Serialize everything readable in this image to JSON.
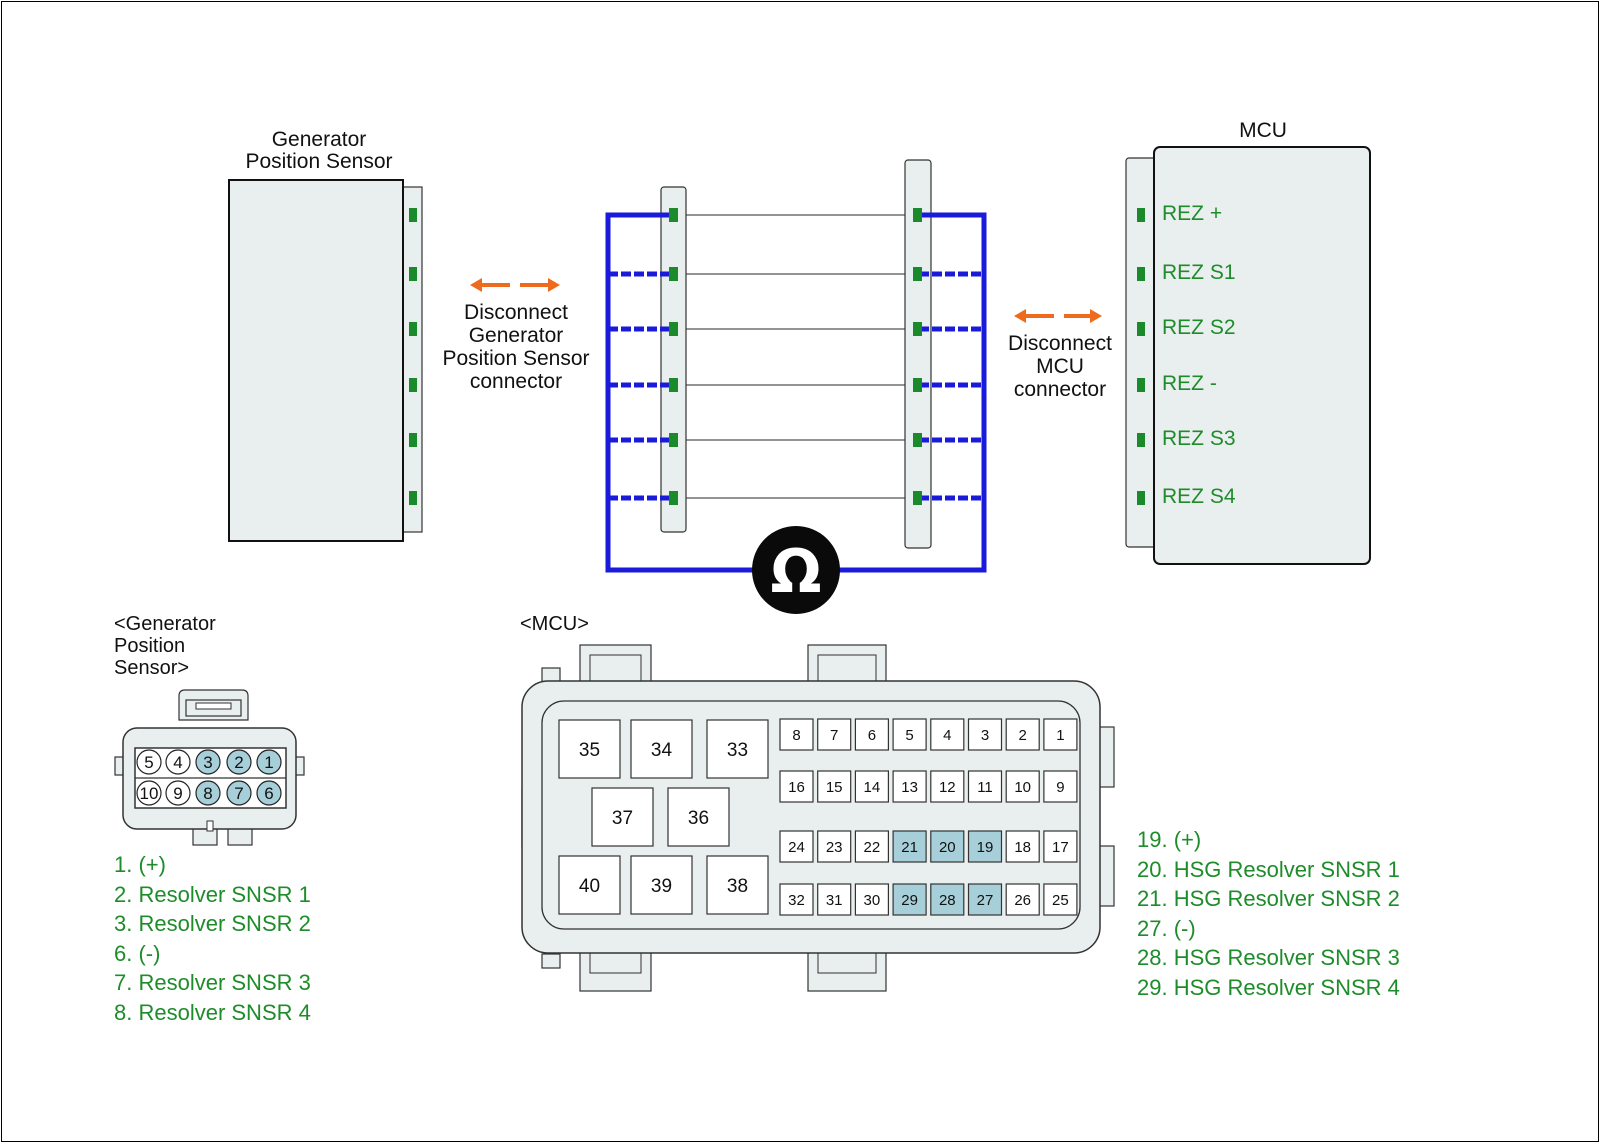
{
  "colors": {
    "wire": "#1a1adb",
    "pin": "#1a8a2a",
    "arrow": "#ee6a1c",
    "housing": "#e9eeee",
    "highlight": "#a7cfd9",
    "label_green": "#1e8c2a"
  },
  "gps_box": {
    "title_line1": "Generator",
    "title_line2": "Position Sensor"
  },
  "mcu_box": {
    "title": "MCU",
    "pins": [
      "REZ +",
      "REZ S1",
      "REZ S2",
      "REZ -",
      "REZ S3",
      "REZ S4"
    ]
  },
  "disconnect_gps": {
    "line1": "Disconnect",
    "line2": "Generator",
    "line3": "Position Sensor",
    "line4": "connector"
  },
  "disconnect_mcu": {
    "line1": "Disconnect",
    "line2": "MCU",
    "line3": "connector"
  },
  "ohmmeter": {
    "symbol": "Ω"
  },
  "gps_connector": {
    "title_line1": "<Generator",
    "title_line2": "Position",
    "title_line3": "Sensor>",
    "row_top": [
      "5",
      "4",
      "3",
      "2",
      "1"
    ],
    "row_bottom": [
      "10",
      "9",
      "8",
      "7",
      "6"
    ],
    "highlighted": [
      "1",
      "2",
      "3",
      "6",
      "7",
      "8"
    ],
    "pin_list": [
      "1. (+)",
      "2. Resolver SNSR 1",
      "3. Resolver SNSR 2",
      "6. (-)",
      "7. Resolver SNSR 3",
      "8. Resolver SNSR 4"
    ]
  },
  "mcu_connector": {
    "title": "<MCU>",
    "large_row1": [
      "35",
      "34",
      "33"
    ],
    "large_row2": [
      "37",
      "36"
    ],
    "large_row3": [
      "40",
      "39",
      "38"
    ],
    "row1": [
      "8",
      "7",
      "6",
      "5",
      "4",
      "3",
      "2",
      "1"
    ],
    "row2": [
      "16",
      "15",
      "14",
      "13",
      "12",
      "11",
      "10",
      "9"
    ],
    "row3": [
      "24",
      "23",
      "22",
      "21",
      "20",
      "19",
      "18",
      "17"
    ],
    "row4": [
      "32",
      "31",
      "30",
      "29",
      "28",
      "27",
      "26",
      "25"
    ],
    "highlighted": [
      "19",
      "20",
      "21",
      "27",
      "28",
      "29"
    ],
    "pin_list": [
      "19. (+)",
      "20. HSG Resolver SNSR 1",
      "21. HSG Resolver SNSR 2",
      "27. (-)",
      "28. HSG Resolver SNSR 3",
      "29. HSG Resolver SNSR 4"
    ]
  }
}
